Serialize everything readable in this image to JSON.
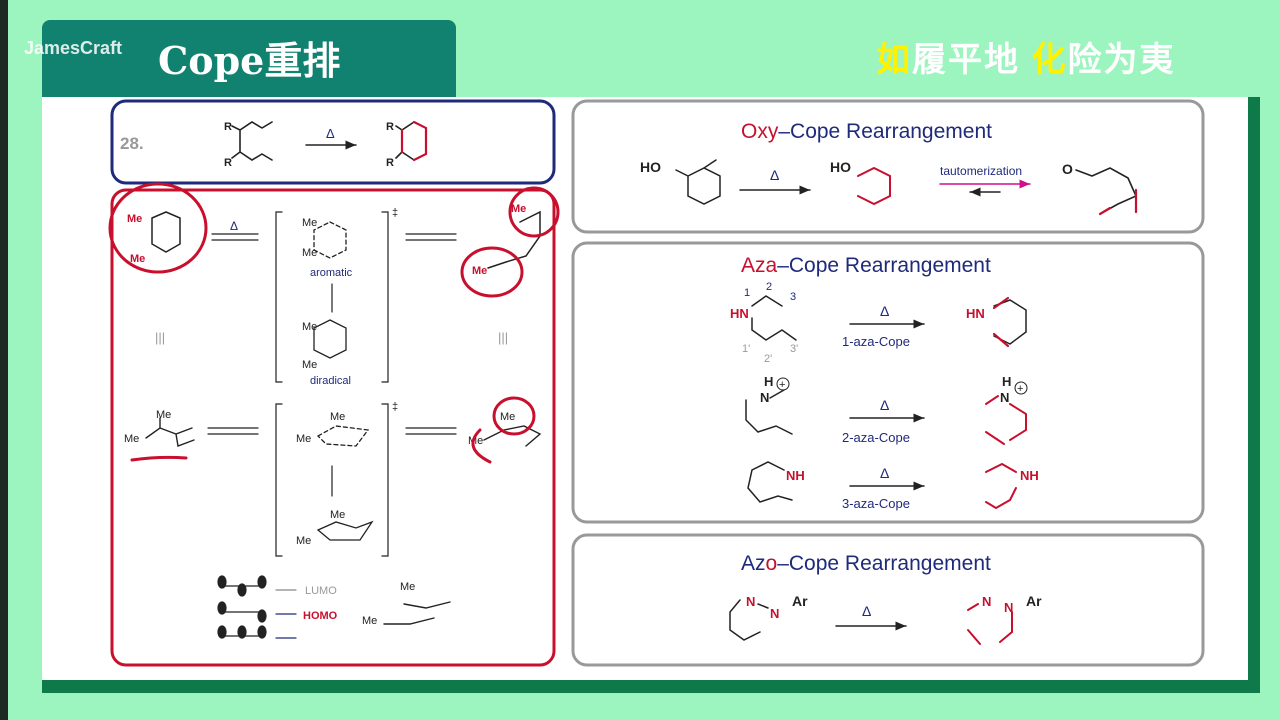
{
  "header": {
    "title": "Cope重排",
    "watermark": "JamesCraft"
  },
  "slogan": {
    "part1_highlight": "如",
    "part1_rest": "履平地",
    "part2_highlight": "化",
    "part2_rest": "险为夷"
  },
  "panel28": {
    "number": "28.",
    "r_label": "R",
    "delta": "Δ"
  },
  "left_panel": {
    "me": "Me",
    "delta": "Δ",
    "aromatic": "aromatic",
    "diradical": "diradical",
    "dagger": "‡",
    "equiv": "|||",
    "lumo": "LUMO",
    "homo": "HOMO"
  },
  "oxy": {
    "title_prefix": "Oxy",
    "title_rest": "–Cope Rearrangement",
    "ho": "HO",
    "o": "O",
    "delta": "Δ",
    "tautomerization": "tautomerization"
  },
  "aza": {
    "title_prefix": "Aza",
    "title_rest": "–Cope Rearrangement",
    "hn": "HN",
    "nh": "NH",
    "n": "N",
    "h": "H",
    "plus": "+",
    "num1": "1",
    "num2": "2",
    "num3": "3",
    "num1p": "1'",
    "num2p": "2'",
    "num3p": "3'",
    "delta": "Δ",
    "label1": "1-aza-Cope",
    "label2": "2-aza-Cope",
    "label3": "3-aza-Cope"
  },
  "azo": {
    "title_prefix": "Azo",
    "title_rest": "–Cope Rearrangement",
    "n": "N",
    "ar": "Ar",
    "delta": "Δ"
  },
  "colors": {
    "red": "#c8102e",
    "navy": "#1f2a7a",
    "teal": "#118270"
  }
}
